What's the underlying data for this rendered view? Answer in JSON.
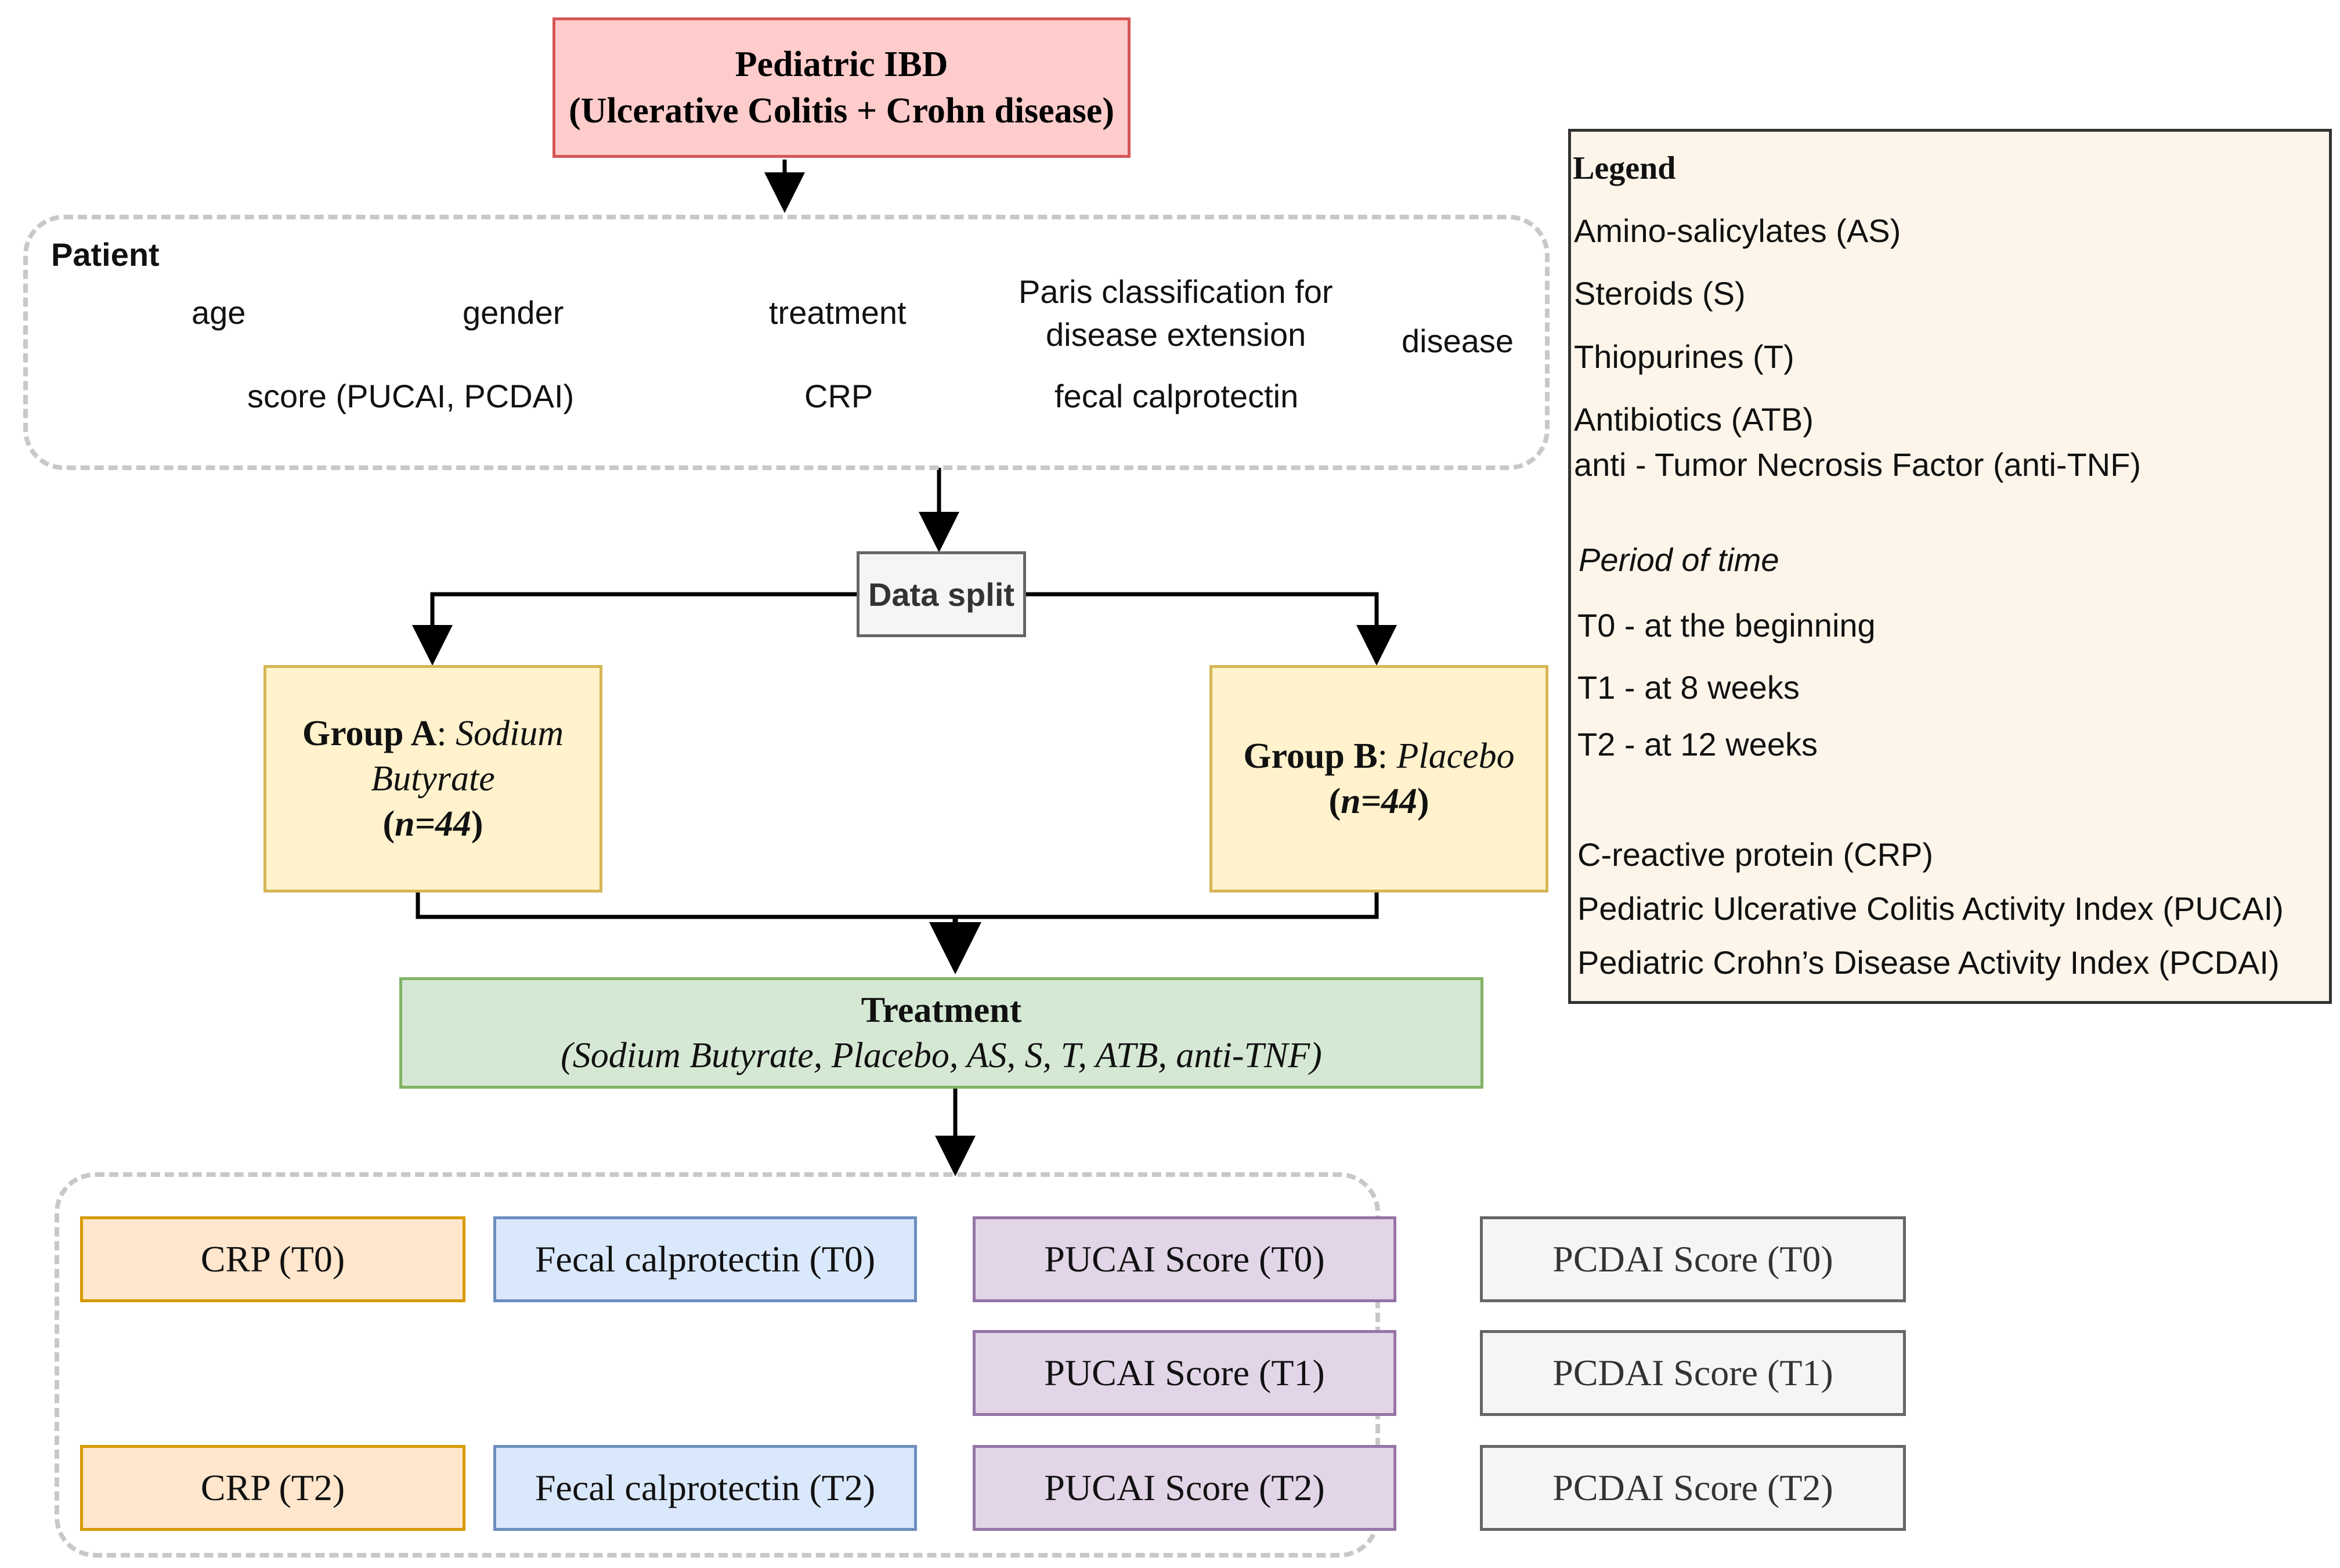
{
  "top_box": {
    "line1": "Pediatric IBD",
    "line2": "(Ulcerative Colitis + Crohn disease)",
    "fill": "#ffcccc",
    "stroke": "#d65656"
  },
  "patient": {
    "title": "Patient",
    "age": "age",
    "gender": "gender",
    "treatment": "treatment",
    "paris_line1": "Paris classification for",
    "paris_line2": "disease extension",
    "disease": "disease",
    "score": "score (PUCAI, PCDAI)",
    "crp": "CRP",
    "fecal": "fecal calprotectin"
  },
  "split": {
    "label": "Data split",
    "fill": "#f5f5f5",
    "stroke": "#666666"
  },
  "group_a": {
    "bold": "Group A",
    "sep": ": ",
    "italic1": "Sodium",
    "italic2": "Butyrate",
    "n_open": "(",
    "n": "n=44",
    "n_close": ")",
    "fill": "#fff2cc",
    "stroke": "#d6b656"
  },
  "group_b": {
    "bold": "Group B",
    "sep": ": ",
    "italic": "Placebo",
    "n_open": "(",
    "n": "n=44",
    "n_close": ")",
    "fill": "#fff2cc",
    "stroke": "#d6b656"
  },
  "treatment": {
    "title": "Treatment",
    "detail": "(Sodium Butyrate, Placebo, AS, S, T, ATB, anti-TNF)",
    "fill": "#d5e8d4",
    "stroke": "#82b366"
  },
  "measures": {
    "crp_t0": "CRP (T0)",
    "crp_t2": "CRP (T2)",
    "fecal_t0": "Fecal calprotectin (T0)",
    "fecal_t2": "Fecal calprotectin (T2)",
    "pucai_t0": "PUCAI Score (T0)",
    "pucai_t1": "PUCAI Score (T1)",
    "pucai_t2": "PUCAI Score (T2)",
    "pcdai_t0": "PCDAI Score (T0)",
    "pcdai_t1": "PCDAI Score (T1)",
    "pcdai_t2": "PCDAI Score (T2)",
    "colors": {
      "crp_fill": "#ffe6cc",
      "crp_stroke": "#d79b00",
      "fecal_fill": "#dae8fc",
      "fecal_stroke": "#6c8ebf",
      "pucai_fill": "#e1d5e7",
      "pucai_stroke": "#9673a6",
      "pcdai_fill": "#f5f5f5",
      "pcdai_stroke": "#666666"
    }
  },
  "legend": {
    "title": "Legend",
    "as": "Amino-salicylates (AS)",
    "s": "Steroids (S)",
    "t": "Thiopurines (T)",
    "atb": "Antibiotics (ATB)",
    "antitnf": "anti - Tumor Necrosis Factor (anti-TNF)",
    "period_title": "Period of time",
    "t0": "T0 - at the beginning",
    "t1": "T1 - at 8 weeks",
    "t2": "T2 - at 12 weeks",
    "crp": "C-reactive protein (CRP)",
    "pucai": "Pediatric Ulcerative Colitis Activity Index (PUCAI)",
    "pcdai": "Pediatric Crohn’s Disease Activity Index (PCDAI)",
    "fill": "#fdf5ea",
    "stroke": "#333333"
  }
}
